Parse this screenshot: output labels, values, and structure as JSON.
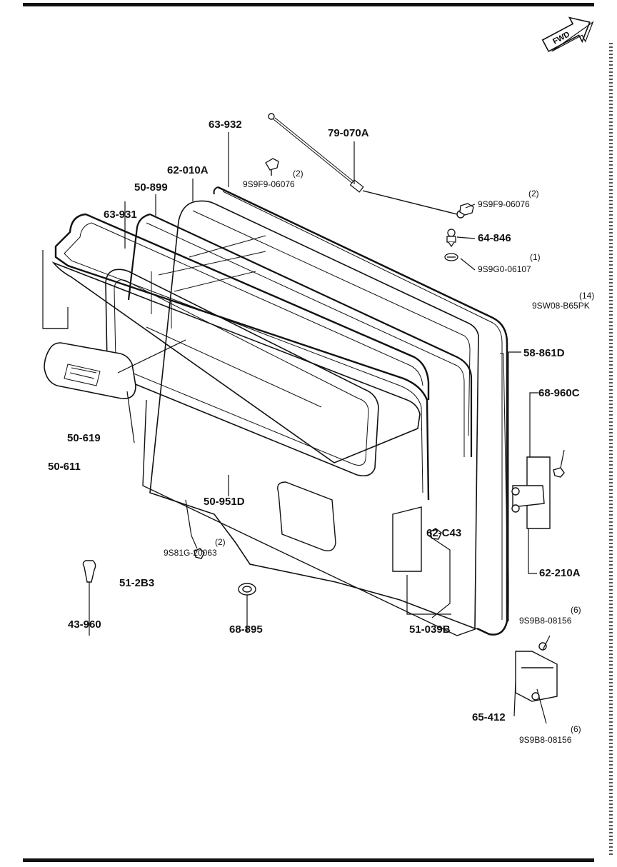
{
  "fwd_label": "FWD",
  "parts": {
    "p63_932": "63-932",
    "p79_070A": "79-070A",
    "p62_010A": "62-010A",
    "p50_899": "50-899",
    "p63_931": "63-931",
    "p64_846": "64-846",
    "p58_861D": "58-861D",
    "p68_960C": "68-960C",
    "p50_619": "50-619",
    "p50_611": "50-611",
    "p50_951D": "50-951D",
    "p62_C43": "62-C43",
    "p62_210A": "62-210A",
    "p51_2B3": "51-2B3",
    "p43_960": "43-960",
    "p68_895": "68-895",
    "p51_039B": "51-039B",
    "p65_412": "65-412"
  },
  "hardware": {
    "h9S9F9_a": "9S9F9-06076",
    "h9S9F9_b": "9S9F9-06076",
    "h9S9G0": "9S9G0-06107",
    "h9SW08": "9SW08-B65PK",
    "h9S81G": "9S81G-20063",
    "h9S9B8_a": "9S9B8-08156",
    "h9S9B8_b": "9S9B8-08156"
  },
  "quantities": {
    "q9S9F9_a": "(2)",
    "q9S9F9_b": "(2)",
    "q9S9G0": "(1)",
    "q9SW08": "(14)",
    "q9S81G": "(2)",
    "q9S9B8_a": "(6)",
    "q9S9B8_b": "(6)"
  }
}
